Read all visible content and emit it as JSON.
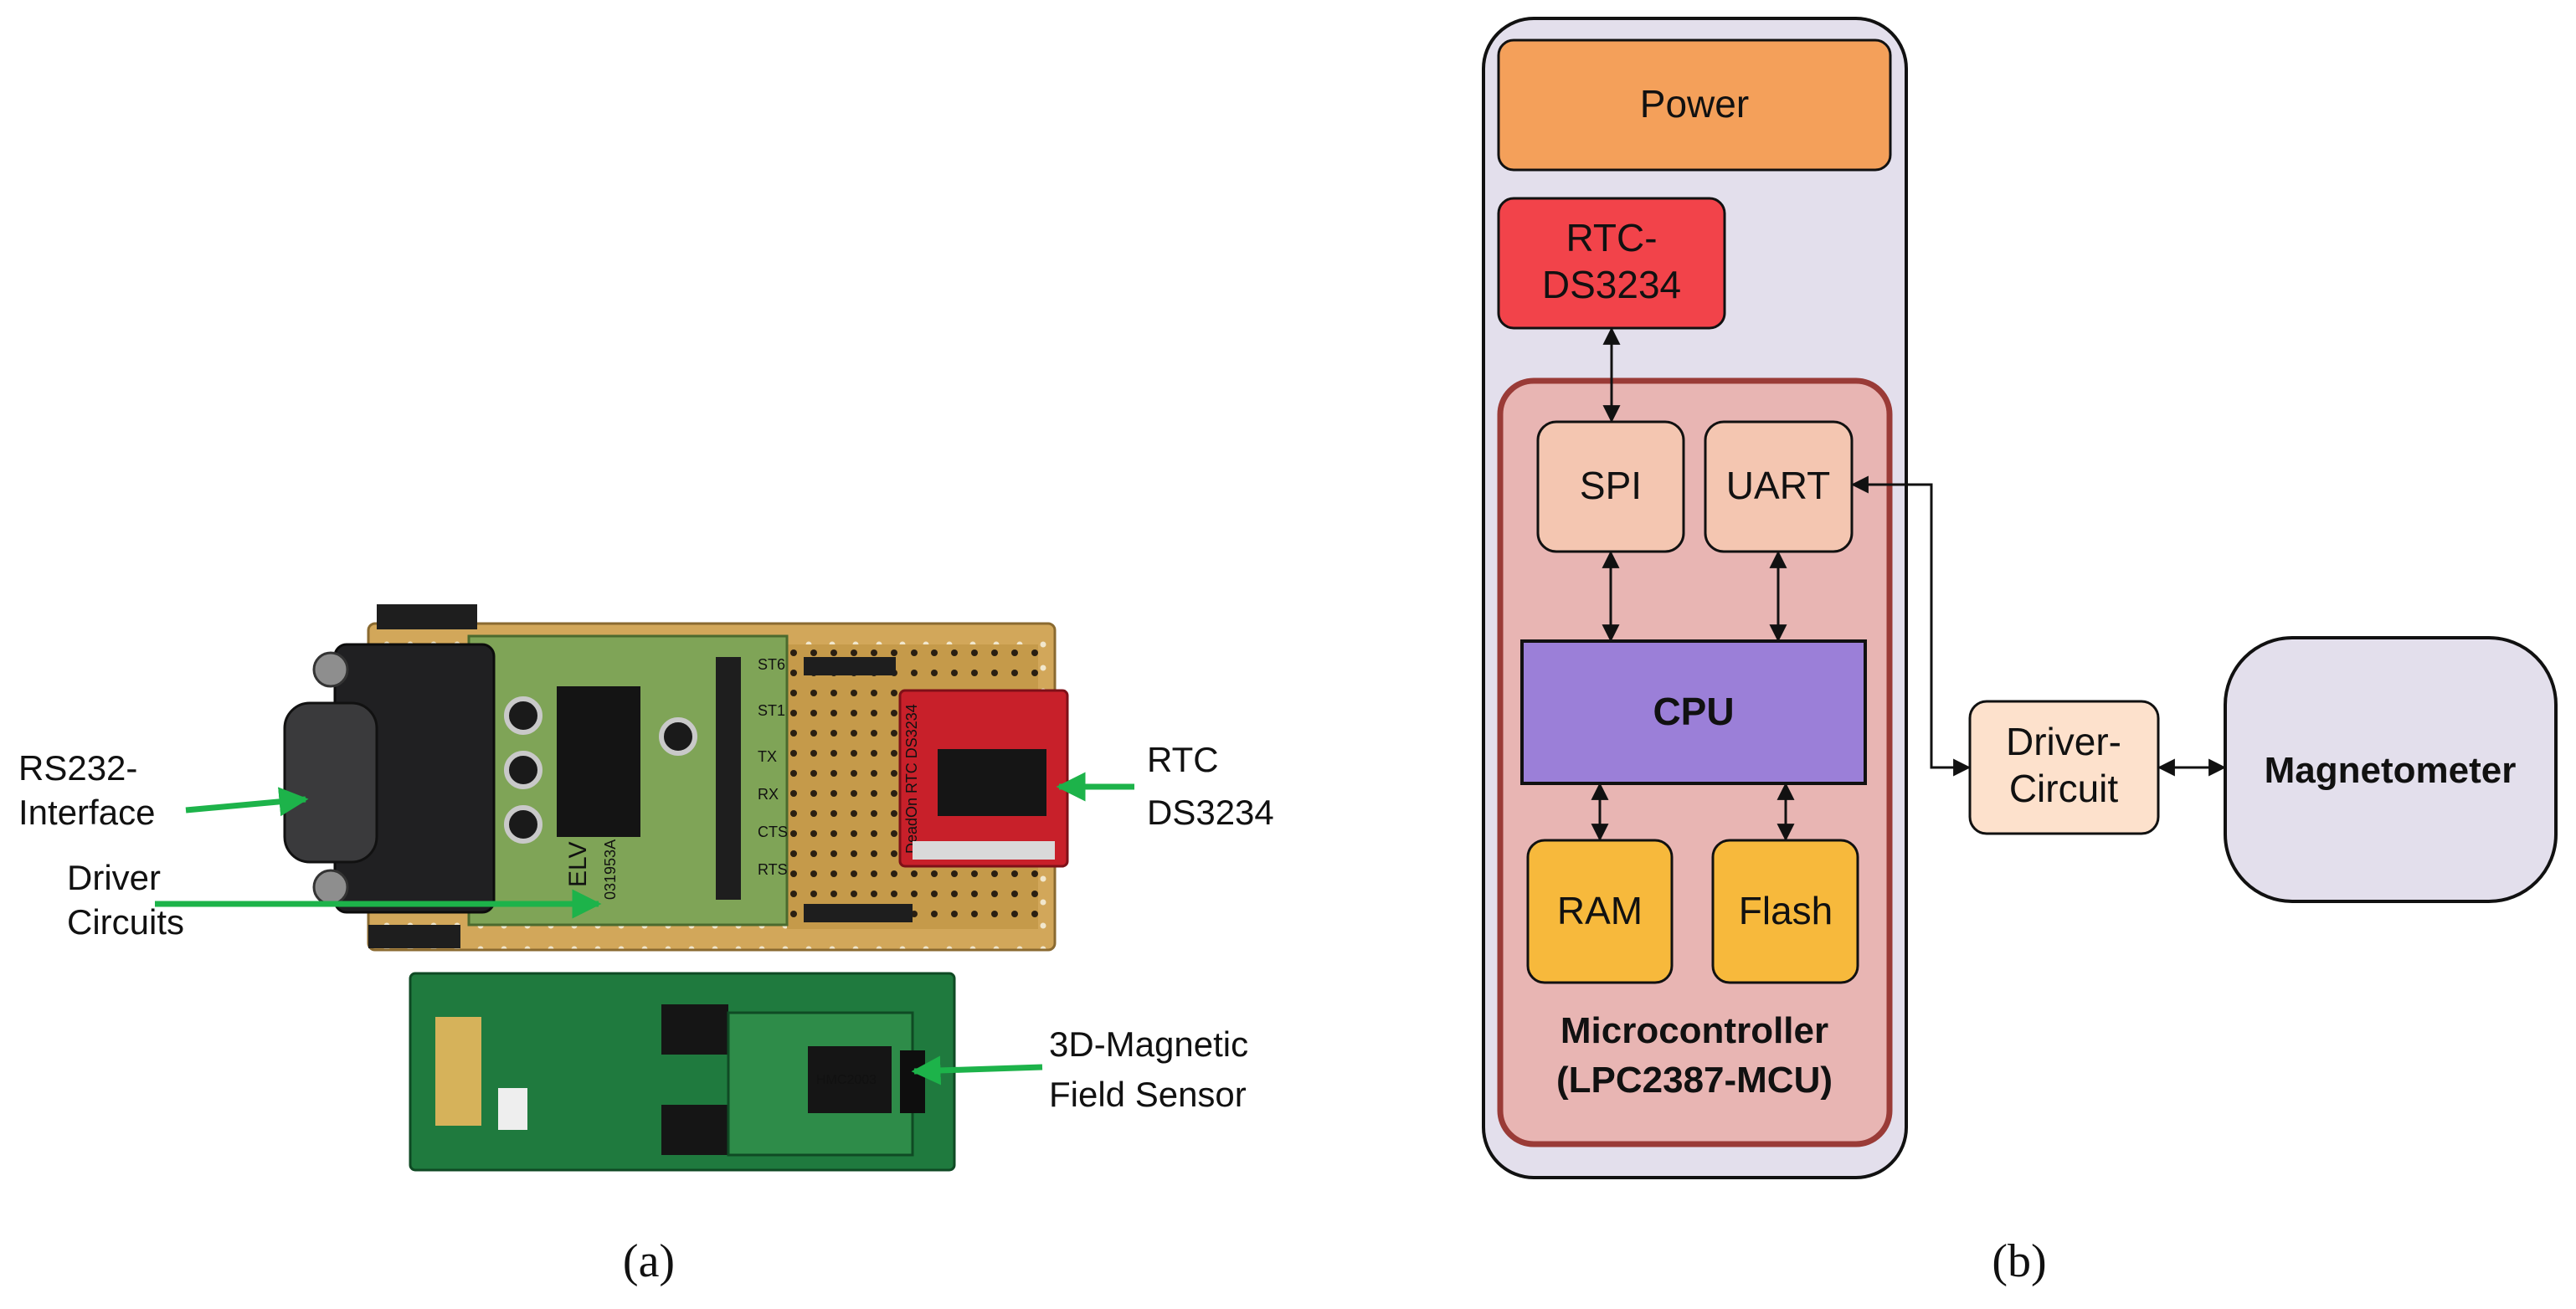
{
  "photo_panel": {
    "labels": {
      "rs232_line1": "RS232-",
      "rs232_line2": "Interface",
      "driver_line1": "Driver",
      "driver_line2": "Circuits",
      "rtc_line1": "RTC",
      "rtc_line2": "DS3234",
      "sensor_line1": "3D-Magnetic",
      "sensor_line2": "Field Sensor"
    },
    "board_text": {
      "rtc_module": "DeadOn RTC DS3234",
      "elv": "ELV",
      "elv_code": "031953A",
      "headers": [
        "ST6",
        "ST1",
        "TX",
        "RX",
        "CTS",
        "RTS"
      ],
      "sensor_chip": "HMC2003"
    },
    "caption": "(a)"
  },
  "block_diagram": {
    "power": "Power",
    "rtc_line1": "RTC-",
    "rtc_line2": "DS3234",
    "spi": "SPI",
    "uart": "UART",
    "cpu": "CPU",
    "ram": "RAM",
    "flash": "Flash",
    "mcu_line1": "Microcontroller",
    "mcu_line2": "(LPC2387-MCU)",
    "driver_line1": "Driver-",
    "driver_line2": "Circuit",
    "magnetometer": "Magnetometer",
    "caption": "(b)",
    "colors": {
      "outer_fill": "#e3dfec",
      "power_fill": "#f4a05a",
      "rtc_fill": "#f2434a",
      "mcu_fill": "#e8b5b3",
      "mcu_border": "#9a3b37",
      "spi_uart_fill": "#f4c6b1",
      "cpu_fill": "#9b7fd8",
      "mem_fill": "#f7b93c",
      "driver_fill": "#fde1cc",
      "magnetometer_fill": "#e3dfec"
    }
  }
}
